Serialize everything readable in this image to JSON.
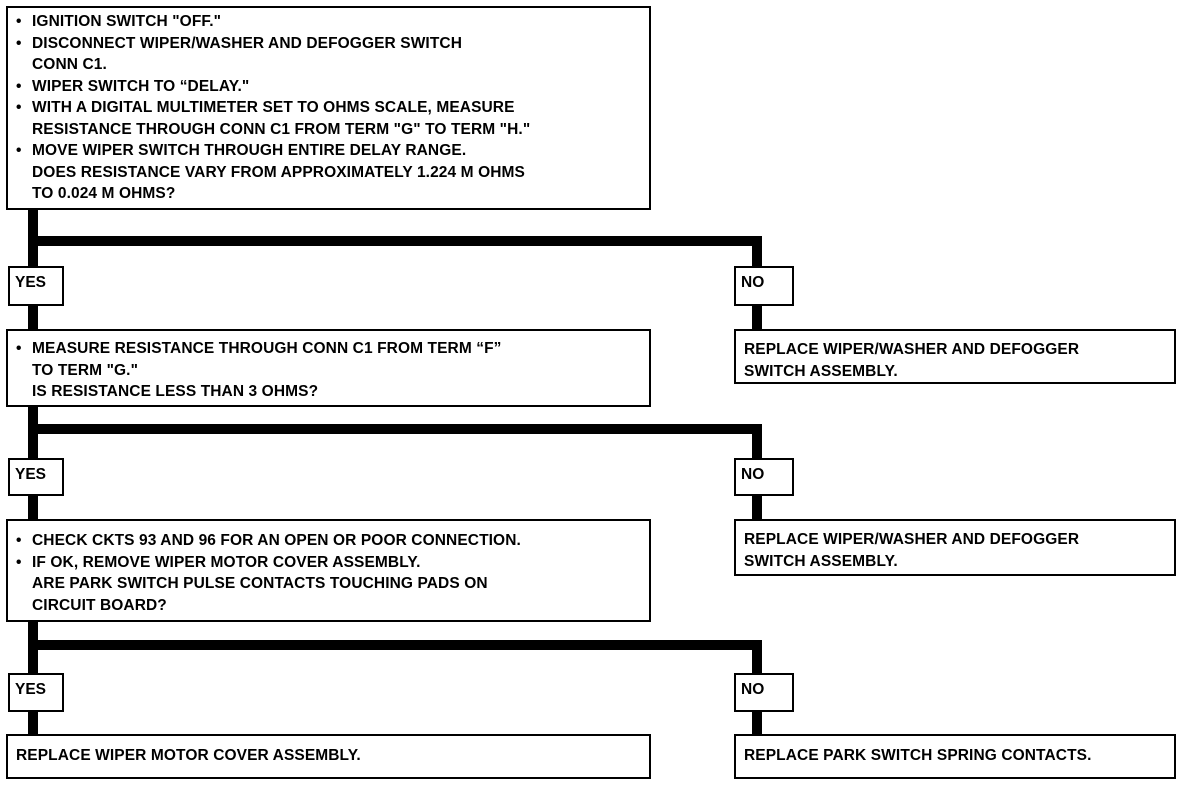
{
  "steps": [
    {
      "question_lines": [
        {
          "bullet": "•",
          "text": "IGNITION SWITCH \"OFF.\""
        },
        {
          "bullet": "•",
          "text": "DISCONNECT WIPER/WASHER AND DEFOGGER SWITCH"
        },
        {
          "bullet": "",
          "text": "CONN C1."
        },
        {
          "bullet": "•",
          "text": "WIPER SWITCH TO “DELAY.\""
        },
        {
          "bullet": "•",
          "text": "WITH A DIGITAL MULTIMETER SET TO OHMS SCALE, MEASURE"
        },
        {
          "bullet": "",
          "text": "RESISTANCE THROUGH CONN C1 FROM TERM \"G\" TO TERM \"H.\""
        },
        {
          "bullet": "•",
          "text": "MOVE WIPER SWITCH THROUGH ENTIRE DELAY RANGE."
        },
        {
          "bullet": "",
          "text": "DOES RESISTANCE VARY FROM APPROXIMATELY 1.224 M OHMS"
        },
        {
          "bullet": "",
          "text": "TO 0.024 M OHMS?"
        }
      ],
      "yes_label": "YES",
      "no_label": "NO",
      "no_result_lines": [
        "REPLACE WIPER/WASHER AND DEFOGGER",
        "SWITCH ASSEMBLY."
      ]
    },
    {
      "question_lines": [
        {
          "bullet": "•",
          "text": "MEASURE RESISTANCE THROUGH CONN C1 FROM TERM “F”"
        },
        {
          "bullet": "",
          "text": "TO TERM \"G.\""
        },
        {
          "bullet": "",
          "text": "IS RESISTANCE LESS THAN 3 OHMS?"
        }
      ],
      "yes_label": "YES",
      "no_label": "NO",
      "no_result_lines": [
        "REPLACE WIPER/WASHER AND DEFOGGER",
        "SWITCH ASSEMBLY."
      ]
    },
    {
      "question_lines": [
        {
          "bullet": "•",
          "text": "CHECK CKTS 93 AND 96 FOR AN OPEN OR POOR CONNECTION."
        },
        {
          "bullet": "•",
          "text": "IF OK, REMOVE WIPER MOTOR COVER ASSEMBLY."
        },
        {
          "bullet": "",
          "text": "ARE PARK SWITCH PULSE CONTACTS TOUCHING PADS ON"
        },
        {
          "bullet": "",
          "text": "CIRCUIT BOARD?"
        }
      ],
      "yes_label": "YES",
      "no_label": "NO",
      "yes_result_lines": [
        "REPLACE WIPER MOTOR COVER ASSEMBLY."
      ],
      "no_result_lines": [
        "REPLACE PARK SWITCH SPRING CONTACTS."
      ]
    }
  ]
}
